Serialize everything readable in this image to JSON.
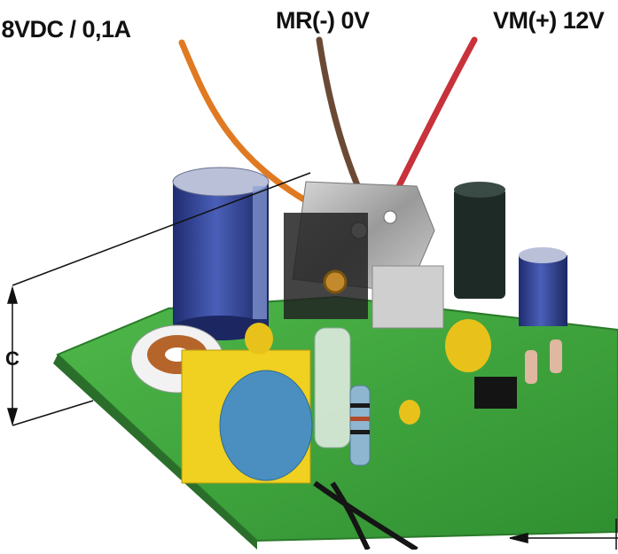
{
  "labels": {
    "wire_left": ") 8VDC / 0,1A",
    "wire_mid": "MR(-) 0V",
    "wire_right": "VM(+) 12V",
    "dimension_c": "C"
  },
  "colors": {
    "pcb": "#3aa23a",
    "wire_orange": "#e07a22",
    "wire_brown": "#6b4a35",
    "wire_red": "#c8323a",
    "capacitor_blue": "#2c3f8f",
    "yellow_cap": "#f0d020",
    "varistor_blue": "#4a8fc0"
  }
}
